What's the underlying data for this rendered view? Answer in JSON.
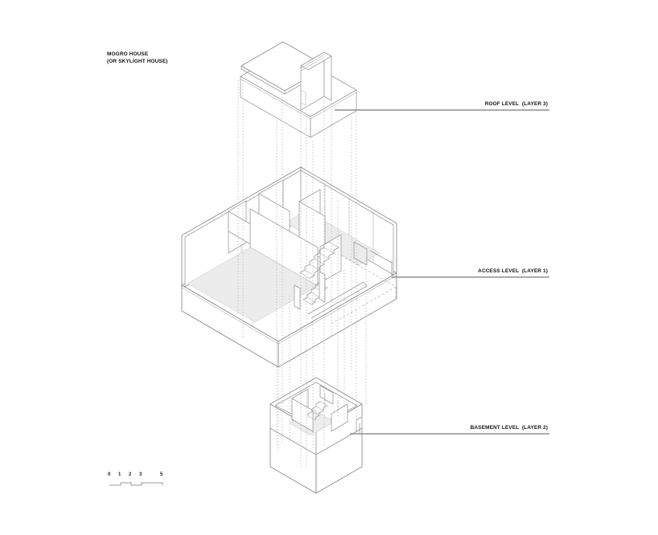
{
  "title": {
    "line1": "MOGRO HOUSE",
    "line2": "(OR SKYLIGHT HOUSE)"
  },
  "levels": {
    "roof": {
      "label": "ROOF LEVEL  (LAYER 3)"
    },
    "access": {
      "label": "ACCESS LEVEL  (LAYER 1)"
    },
    "basement": {
      "label": "BASEMENT LEVEL  (LAYER 2)"
    }
  },
  "scale_bar": {
    "ticks": [
      "0",
      "1",
      "2",
      "3",
      "5"
    ]
  },
  "colors": {
    "background": "#ffffff",
    "line": "#9b9b9b",
    "shade": "#ececec",
    "leader": "#8f8f8f",
    "text": "#141414",
    "dotted": "#b6b6b6"
  }
}
